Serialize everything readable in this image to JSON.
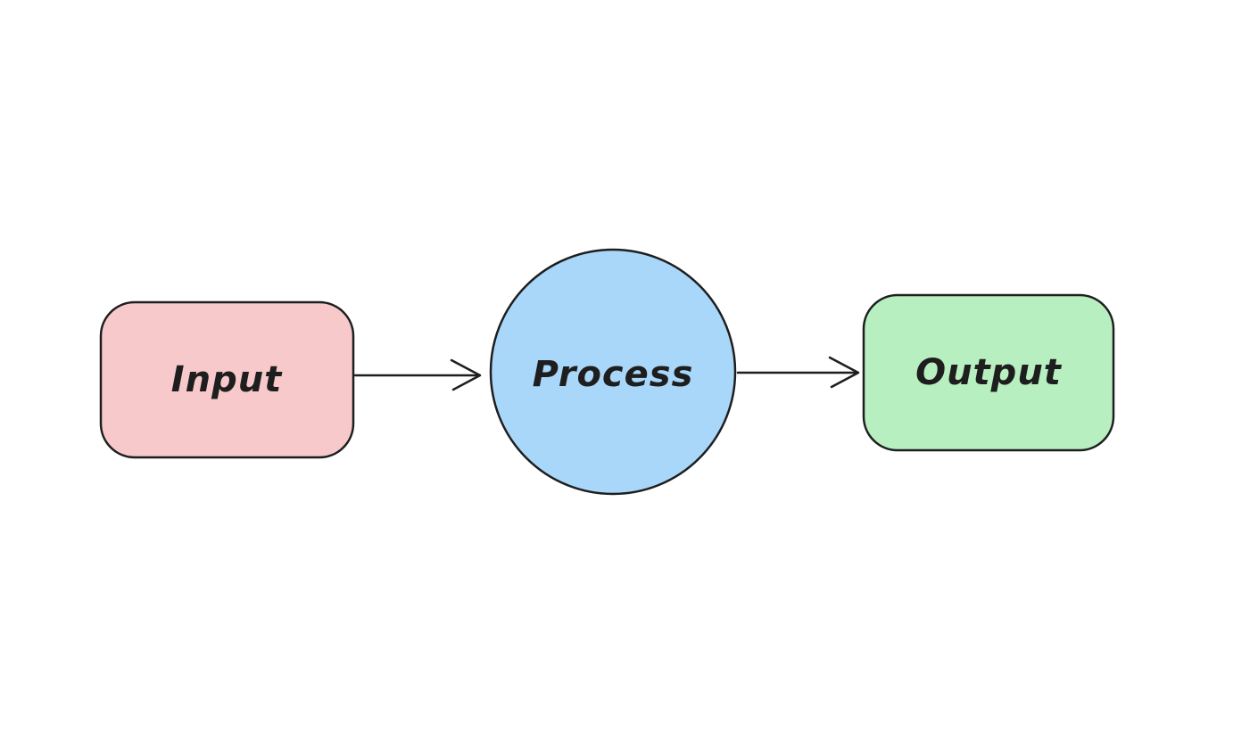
{
  "canvas": {
    "background": "#ffffff",
    "stroke_color": "#1e1e1e",
    "text_color": "#1e1e1e"
  },
  "diagram": {
    "nodes": [
      {
        "id": "input",
        "label": "Input",
        "shape": "rounded-rectangle",
        "fill": "#f8c9ca",
        "stroke": "#1e1e1e"
      },
      {
        "id": "process",
        "label": "Process",
        "shape": "circle",
        "fill": "#a9d7fa",
        "stroke": "#1e1e1e"
      },
      {
        "id": "output",
        "label": "Output",
        "shape": "rounded-rectangle",
        "fill": "#b8efc1",
        "stroke": "#1e1e1e"
      }
    ],
    "edges": [
      {
        "from": "input",
        "to": "process",
        "type": "arrow",
        "arrowhead": "open",
        "color": "#1e1e1e"
      },
      {
        "from": "process",
        "to": "output",
        "type": "arrow",
        "arrowhead": "open",
        "color": "#1e1e1e"
      }
    ]
  }
}
